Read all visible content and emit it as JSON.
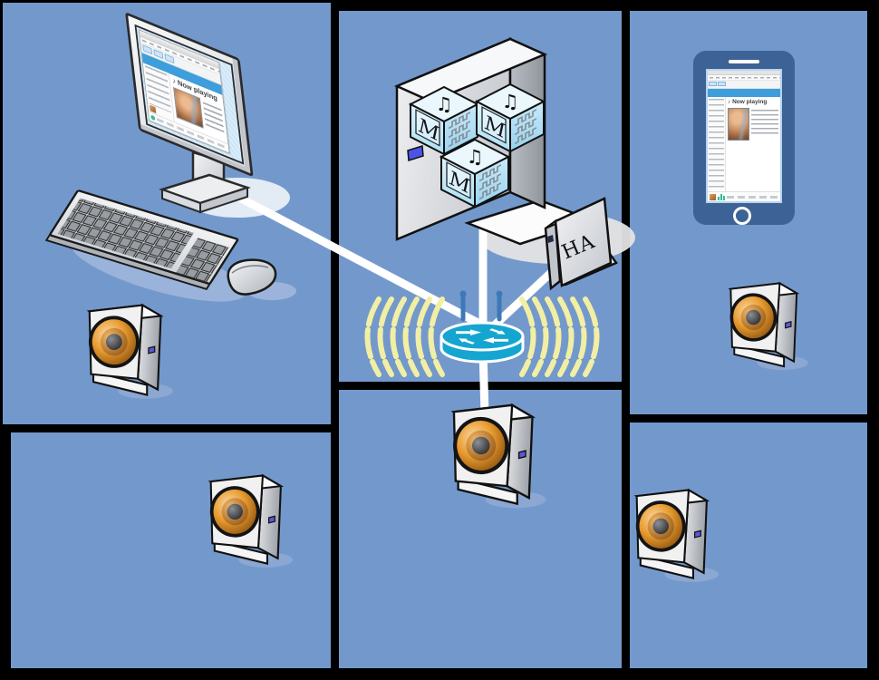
{
  "diagram": {
    "type": "network-diagram",
    "subject": "multi-room wireless music system floor plan",
    "rooms": [
      {
        "name": "top-left-room",
        "devices": [
          "desktop-computer",
          "keyboard",
          "mouse",
          "speaker"
        ]
      },
      {
        "name": "center-room",
        "devices": [
          "music-server",
          "home-automation-box",
          "wireless-router",
          "speaker"
        ]
      },
      {
        "name": "top-right-room",
        "devices": [
          "smartphone",
          "speaker"
        ]
      },
      {
        "name": "bottom-left-room",
        "devices": [
          "speaker"
        ]
      },
      {
        "name": "bottom-right-room",
        "devices": [
          "speaker"
        ]
      }
    ],
    "connections": [
      {
        "from": "desktop-computer",
        "to": "wireless-router"
      },
      {
        "from": "music-server",
        "to": "wireless-router"
      },
      {
        "from": "home-automation-box",
        "to": "wireless-router"
      },
      {
        "from": "wireless-router",
        "to": "center-room-speaker"
      }
    ]
  },
  "labels": {
    "server_cube_letter": "M",
    "server_cube_note": "♫",
    "ha_label": "HA"
  },
  "desktop_app": {
    "note": "♪",
    "title": "Now playing"
  },
  "phone_app": {
    "note": "♪",
    "title": "Now playing"
  },
  "colors": {
    "background": "#7399CC",
    "wall": "#000000",
    "connection_line": "#FFFFFF",
    "wifi_waves": "#F2EFA4",
    "router_body": "#14A6D0",
    "antenna_blue": "#3E78B8",
    "accent_blue": "#3E9EDC",
    "speaker_cone": "#E08818",
    "phone_body": "#3D6295",
    "server_cube_fill": "#C9E9F8"
  },
  "icons": {
    "music_note_single": "♪",
    "music_note_beamed": "♫"
  }
}
